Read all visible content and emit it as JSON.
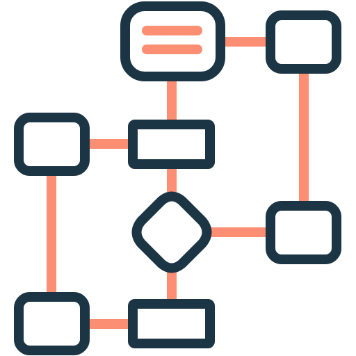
{
  "icon": {
    "name": "flowchart-icon",
    "colors": {
      "outline": "#1c3545",
      "connector": "#fb8e73",
      "fill": "#ffffff"
    },
    "nodes": [
      {
        "id": "start",
        "shape": "rounded-rect",
        "has_text_lines": true
      },
      {
        "id": "top-right",
        "shape": "rounded-rect"
      },
      {
        "id": "process-1",
        "shape": "rect"
      },
      {
        "id": "left",
        "shape": "rounded-rect"
      },
      {
        "id": "decision",
        "shape": "diamond"
      },
      {
        "id": "middle-right",
        "shape": "rounded-rect"
      },
      {
        "id": "bottom-left",
        "shape": "rounded-rect"
      },
      {
        "id": "process-2",
        "shape": "rect"
      }
    ]
  }
}
